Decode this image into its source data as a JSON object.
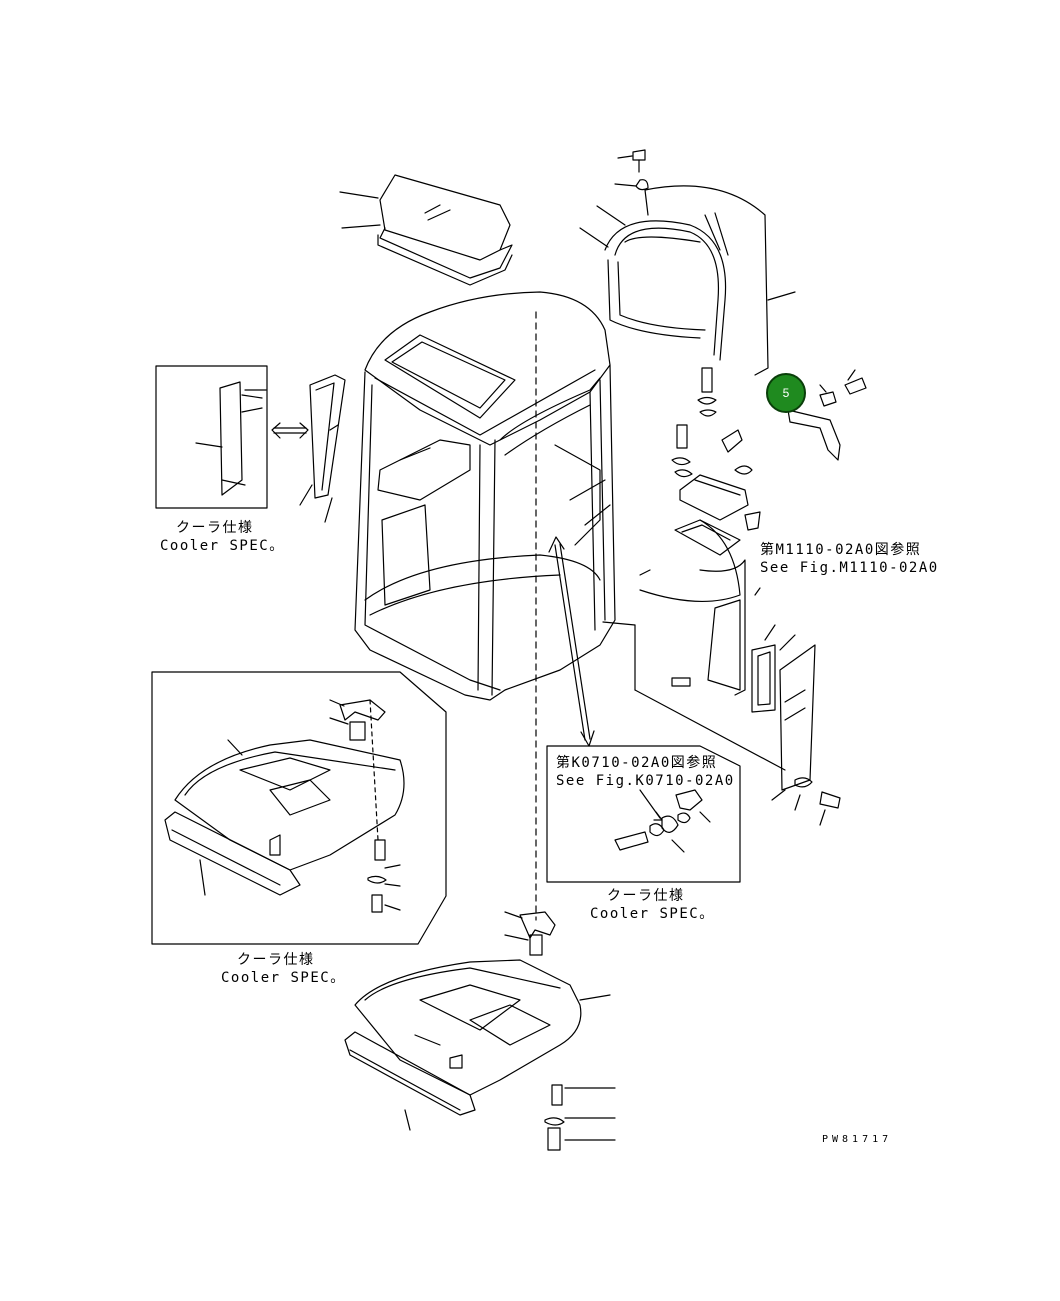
{
  "callouts": {
    "cooler_left_jp": "クーラ仕様",
    "cooler_left_en": "Cooler SPEC。",
    "cooler_bottom_jp": "クーラ仕様",
    "cooler_bottom_en": "Cooler SPEC。",
    "cooler_mid_jp": "クーラ仕様",
    "cooler_mid_en": "Cooler SPEC。",
    "ref_m_jp": "第M1110-02A0図参照",
    "ref_m_en": "See Fig.M1110-02A0",
    "ref_k_jp": "第K0710-02A0図参照",
    "ref_k_en": "See Fig.K0710-02A0",
    "drawing_code": "PW81717"
  },
  "marker": {
    "label": "5",
    "color": "#1f8a1f"
  }
}
